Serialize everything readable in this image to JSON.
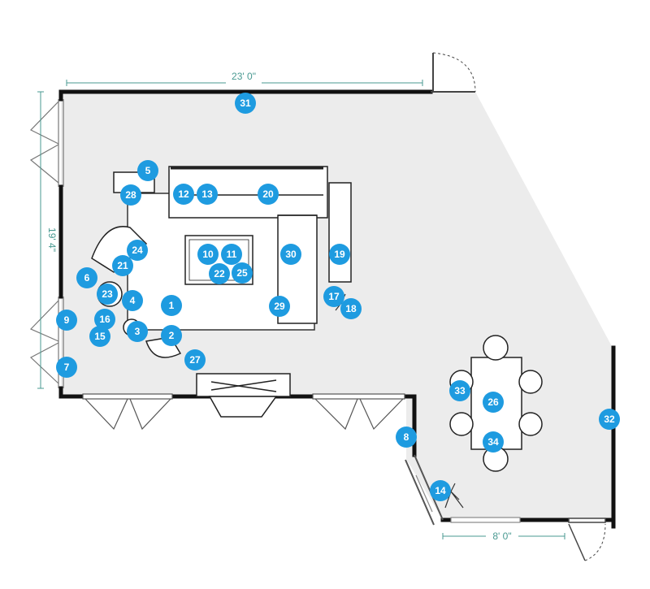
{
  "plan": {
    "floor_color": "#ececec",
    "wall_color": "#111111",
    "dimension_color": "#4a9a92",
    "marker_color": "#1e9be0",
    "marker_text_color": "#ffffff"
  },
  "dimensions": [
    {
      "label": "23' 0\""
    },
    {
      "label": "19' 4\""
    },
    {
      "label": "8' 0\""
    }
  ],
  "markers": [
    {
      "label": "1"
    },
    {
      "label": "2"
    },
    {
      "label": "3"
    },
    {
      "label": "4"
    },
    {
      "label": "5"
    },
    {
      "label": "6"
    },
    {
      "label": "7"
    },
    {
      "label": "8"
    },
    {
      "label": "9"
    },
    {
      "label": "10"
    },
    {
      "label": "11"
    },
    {
      "label": "12"
    },
    {
      "label": "13"
    },
    {
      "label": "14"
    },
    {
      "label": "15"
    },
    {
      "label": "16"
    },
    {
      "label": "17"
    },
    {
      "label": "18"
    },
    {
      "label": "19"
    },
    {
      "label": "20"
    },
    {
      "label": "21"
    },
    {
      "label": "22"
    },
    {
      "label": "23"
    },
    {
      "label": "24"
    },
    {
      "label": "25"
    },
    {
      "label": "26"
    },
    {
      "label": "27"
    },
    {
      "label": "28"
    },
    {
      "label": "29"
    },
    {
      "label": "30"
    },
    {
      "label": "31"
    },
    {
      "label": "32"
    },
    {
      "label": "33"
    },
    {
      "label": "34"
    }
  ]
}
